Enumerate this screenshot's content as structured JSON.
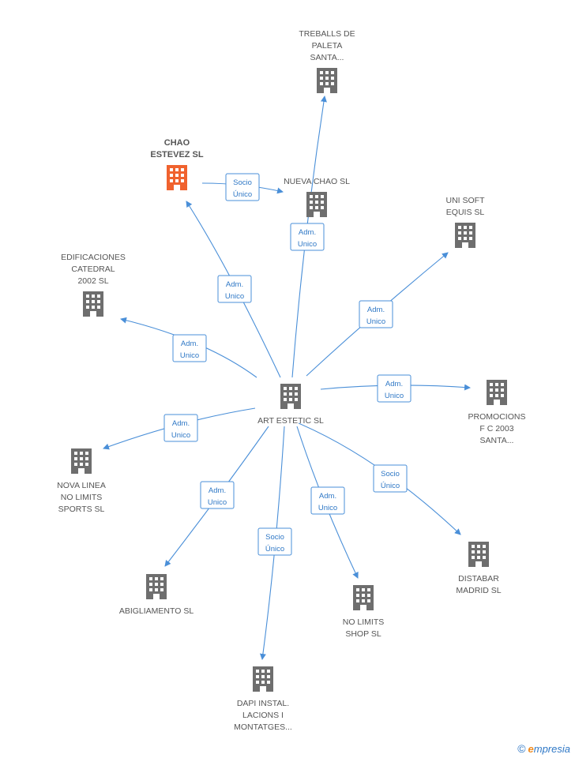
{
  "colors": {
    "building": "#6e6e6e",
    "highlight": "#f0622e",
    "edge": "#4a8fd8",
    "edge_text": "#2f78c6"
  },
  "nodes": [
    {
      "id": "center",
      "lines": [
        "ART ESTETIC SL"
      ],
      "icon": "building-icon"
    },
    {
      "id": "treballs",
      "lines": [
        "TREBALLS DE",
        "PALETA",
        "SANTA..."
      ],
      "icon": "building-icon"
    },
    {
      "id": "chao",
      "lines": [
        "CHAO",
        "ESTEVEZ SL"
      ],
      "icon": "building-icon",
      "highlight": true
    },
    {
      "id": "nueva",
      "lines": [
        "NUEVA CHAO SL"
      ],
      "icon": "building-icon"
    },
    {
      "id": "unisoft",
      "lines": [
        "UNI SOFT",
        "EQUIS SL"
      ],
      "icon": "building-icon"
    },
    {
      "id": "edificaciones",
      "lines": [
        "EDIFICACIONES",
        "CATEDRAL",
        "2002 SL"
      ],
      "icon": "building-icon"
    },
    {
      "id": "promociones",
      "lines": [
        "PROMOCIONS",
        "F C 2003",
        "SANTA..."
      ],
      "icon": "building-icon"
    },
    {
      "id": "nova",
      "lines": [
        "NOVA LINEA",
        "NO LIMITS",
        "SPORTS SL"
      ],
      "icon": "building-icon"
    },
    {
      "id": "distabar",
      "lines": [
        "DISTABAR",
        "MADRID SL"
      ],
      "icon": "building-icon"
    },
    {
      "id": "abigliamento",
      "lines": [
        "ABIGLIAMENTO SL"
      ],
      "icon": "building-icon"
    },
    {
      "id": "nolimits",
      "lines": [
        "NO LIMITS",
        "SHOP SL"
      ],
      "icon": "building-icon"
    },
    {
      "id": "dapi",
      "lines": [
        "DAPI INSTAL.",
        "LACIONS I",
        "MONTATGES..."
      ],
      "icon": "building-icon"
    }
  ],
  "edges": [
    {
      "from": "center",
      "to": "treballs",
      "label": [
        "Adm.",
        "Unico"
      ]
    },
    {
      "from": "chao",
      "to": "nueva",
      "label": [
        "Socio",
        "Único"
      ]
    },
    {
      "from": "center",
      "to": "chao",
      "label": [
        "Adm.",
        "Unico"
      ]
    },
    {
      "from": "center",
      "to": "unisoft",
      "label": [
        "Adm.",
        "Unico"
      ]
    },
    {
      "from": "center",
      "to": "edificaciones",
      "label": [
        "Adm.",
        "Unico"
      ]
    },
    {
      "from": "center",
      "to": "promociones",
      "label": [
        "Adm.",
        "Unico"
      ]
    },
    {
      "from": "center",
      "to": "nova",
      "label": [
        "Adm.",
        "Unico"
      ]
    },
    {
      "from": "center",
      "to": "distabar",
      "label": [
        "Socio",
        "Único"
      ]
    },
    {
      "from": "center",
      "to": "abigliamento",
      "label": [
        "Adm.",
        "Unico"
      ]
    },
    {
      "from": "center",
      "to": "nolimits",
      "label": [
        "Adm.",
        "Unico"
      ]
    },
    {
      "from": "center",
      "to": "dapi",
      "label": [
        "Socio",
        "Único"
      ]
    }
  ],
  "footer": {
    "copyright": "©",
    "brand_first": "e",
    "brand_rest": "mpresia"
  }
}
